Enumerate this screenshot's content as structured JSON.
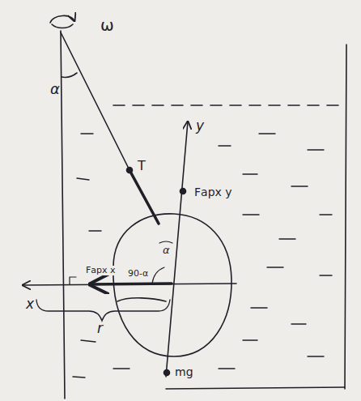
{
  "diagram": {
    "labels": [
      "ω",
      "α",
      "T",
      "Fарх y",
      "α",
      "90-α",
      "Fарх x",
      "y",
      "x",
      "r",
      "mg"
    ]
  }
}
